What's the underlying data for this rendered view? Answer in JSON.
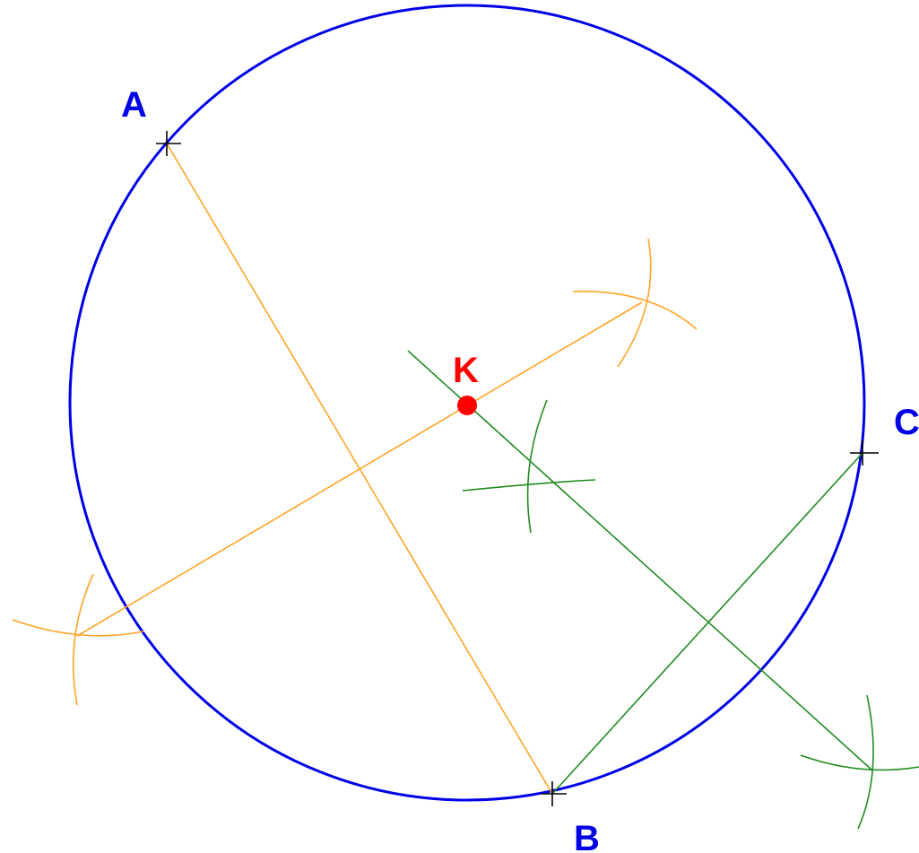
{
  "labels": {
    "A": "A",
    "B": "B",
    "C": "C",
    "K": "K"
  },
  "colors": {
    "circle": "#0000e6",
    "label_points": "#0000e6",
    "center": "#ff0000",
    "segment_ab": "#ffa526",
    "segment_bc": "#228b22",
    "tick": "#000000",
    "background": "#ffffff"
  }
}
